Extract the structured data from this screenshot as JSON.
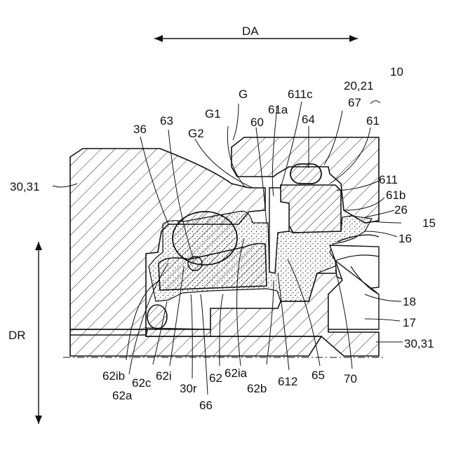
{
  "figure": {
    "direction_axial": "DA",
    "direction_radial": "DR",
    "reference_numerals": {
      "n10": "10",
      "n20_21": "20,21",
      "g": "G",
      "g1": "G1",
      "g2": "G2",
      "n611c": "611c",
      "n61a": "61a",
      "n67": "67",
      "n36": "36",
      "n63": "63",
      "n60": "60",
      "n64": "64",
      "n61": "61",
      "n611": "611",
      "n61b": "61b",
      "n26": "26",
      "n15": "15",
      "n16": "16",
      "n30_31_left": "30,31",
      "n18": "18",
      "n17": "17",
      "n30_31_right": "30,31",
      "n62ib": "62ib",
      "n62a": "62a",
      "n62c": "62c",
      "n62i": "62i",
      "n30r": "30r",
      "n62": "62",
      "n62ia": "62ia",
      "n66": "66",
      "n62b": "62b",
      "n612": "612",
      "n65": "65",
      "n70": "70"
    }
  }
}
